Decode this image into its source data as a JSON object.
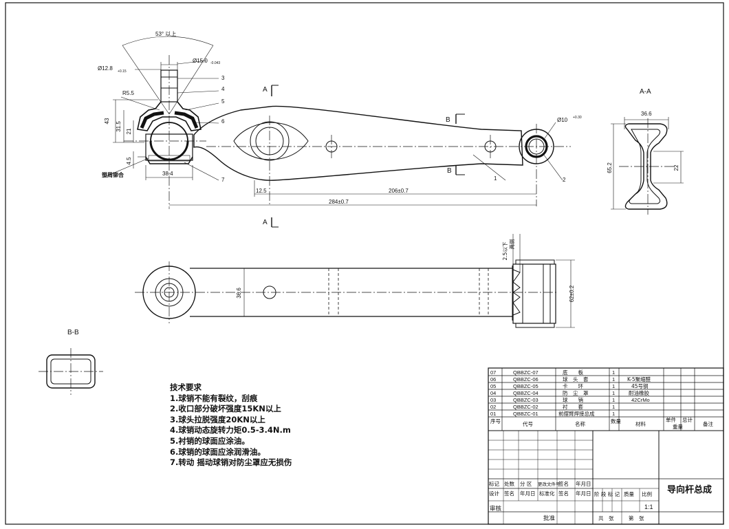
{
  "main_view": {
    "angle_label": "53° 以上",
    "dia_12": "Ø12.8",
    "dia_12_tol": "+0.15",
    "dia_15": "Ø15.0",
    "dia_15_tol": "-0.043",
    "r55": "R5.5",
    "d43": "43",
    "d315": "31.5",
    "d21": "21",
    "d45": "4.5",
    "d384": "38.4",
    "seal_label": "塑周铆合",
    "d125": "12.5",
    "d206": "206±0.7",
    "d284": "284±0.7",
    "dia_10": "Ø10",
    "dia_10_tol": "+0.30",
    "leaders": [
      "1",
      "2",
      "3",
      "4",
      "5",
      "6",
      "7"
    ],
    "sec_a": "A",
    "sec_b": "B"
  },
  "section_aa": {
    "title": "A-A",
    "w": "36.6",
    "h": "65.2",
    "web": "22"
  },
  "section_bb": {
    "title": "B-B"
  },
  "bottom_view": {
    "d366": "36.6",
    "d62": "62±0.2",
    "d25": "2.5以下",
    "d25b": "两侧"
  },
  "notes": {
    "title": "技术要求",
    "items": [
      "1.球销不能有裂纹，刮痕",
      "2.收口部分破坏强度15KN以上",
      "3.球头拉脱强度20KN以上",
      "4.球销动态旋转力矩0.5-3.4N.m",
      "5.衬销的球面应涂油。",
      "6.球销的球面应涂润滑油。",
      "7.转动 摇动球销对防尘罩应无损伤"
    ]
  },
  "bom": {
    "rows": [
      {
        "no": "07",
        "code": "QBBZC-07",
        "name": "底　　板",
        "qty": "1",
        "mat": ""
      },
      {
        "no": "06",
        "code": "QBBZC-06",
        "name": "球　头　套",
        "qty": "1",
        "mat": "K-5聚缩醛"
      },
      {
        "no": "05",
        "code": "QBBZC-05",
        "name": "卡　　环",
        "qty": "1",
        "mat": "45号钢"
      },
      {
        "no": "04",
        "code": "QBBZC-04",
        "name": "防　尘　罩",
        "qty": "1",
        "mat": "耐油橡胶"
      },
      {
        "no": "03",
        "code": "QBBZC-03",
        "name": "球　　销",
        "qty": "1",
        "mat": "42CrMo"
      },
      {
        "no": "02",
        "code": "QBBZC-02",
        "name": "衬　　套",
        "qty": "1",
        "mat": ""
      },
      {
        "no": "01",
        "code": "QBBZC-01",
        "name": "前摆臂焊接总成",
        "qty": "1",
        "mat": ""
      }
    ],
    "header": {
      "no": "序号",
      "code": "代号",
      "name": "名称",
      "qty": "数量",
      "mat": "材料",
      "unit": "单件",
      "total": "总计",
      "weight": "重量",
      "remark": "备注"
    }
  },
  "title_block": {
    "title": "导向杆总成",
    "h_mark": "标记",
    "h_count": "处数",
    "h_zone": "分 区",
    "h_doc": "更改文件号",
    "h_sign": "签名",
    "h_date": "年月日",
    "h_design": "设计",
    "h_sign2": "签名",
    "h_date2": "年月日",
    "h_std": "标准化",
    "h_sign3": "签名",
    "h_date3": "年月日",
    "h_stage": "阶 段 标 记",
    "h_mass": "质量",
    "h_scale": "比例",
    "scale": "1:1",
    "h_review": "审核",
    "h_approve": "批准",
    "h_total": "共　张",
    "h_sheet": "第　张"
  }
}
